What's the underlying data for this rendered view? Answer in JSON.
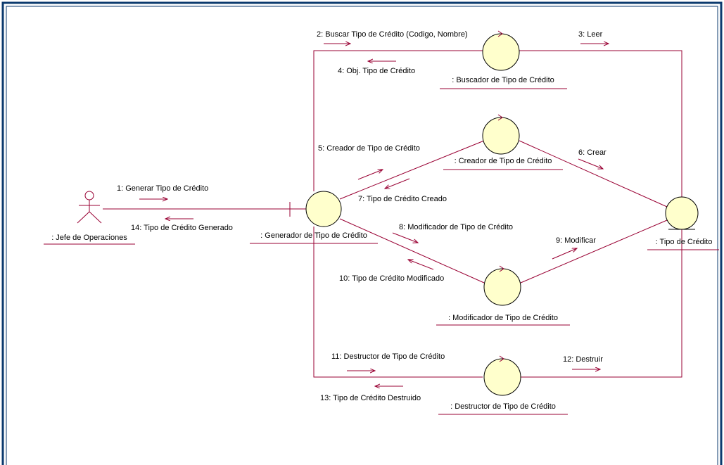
{
  "diagram": {
    "actor": {
      "name": ": Jefe de Operaciones"
    },
    "objects": {
      "generador": ": Generador de Tipo de Crédito",
      "buscador": ": Buscador de Tipo de Crédito",
      "creador": ": Creador de Tipo de Crédito",
      "modificador": ": Modificador de Tipo de Crédito",
      "destructor": ": Destructor de Tipo de Crédito",
      "tipo": ": Tipo de Crédito"
    },
    "messages": {
      "m1": "1: Generar Tipo de Crédito",
      "m2": "2: Buscar Tipo de Crédito (Codigo, Nombre)",
      "m3": "3: Leer",
      "m4": "4: Obj. Tipo de Crédito",
      "m5": "5: Creador de Tipo de Crédito",
      "m6": "6: Crear",
      "m7": "7: Tipo de Crédito Creado",
      "m8": "8: Modificador de Tipo de Crédito",
      "m9": "9: Modificar",
      "m10": "10: Tipo de Crédito Modificado",
      "m11": "11: Destructor de Tipo de Crédito",
      "m12": "12: Destruir",
      "m13": "13: Tipo de Crédito Destruido",
      "m14": "14: Tipo de Crédito Generado"
    },
    "colors": {
      "frame": "#0b3a6e",
      "link": "#990033",
      "object_fill": "#ffffcc"
    }
  }
}
